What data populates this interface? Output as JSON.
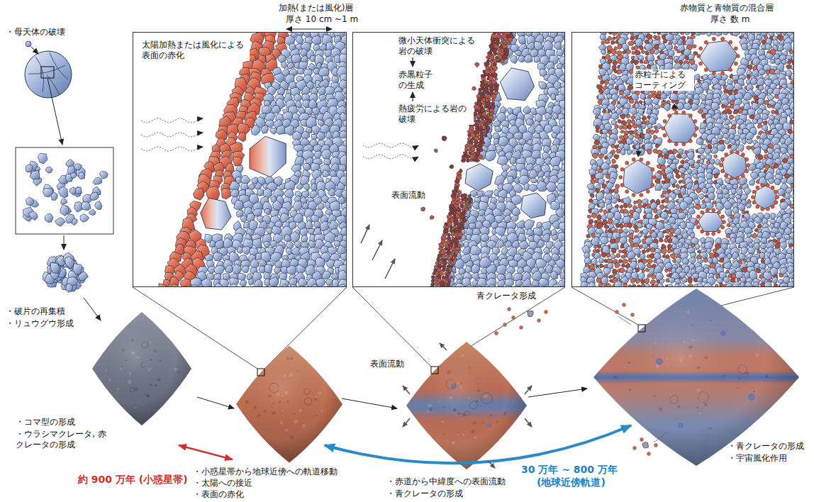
{
  "diagram": {
    "nodes": [
      {
        "text": [
          "加熱(または風化)層",
          "厚さ 10 cm ~1 m",
          "太陽加熱または風化による表面の赤化"
        ]
      },
      {
        "text": [
          "微小天体衝突による岩の破壊",
          "赤黒粒子の生成",
          "熱疲労による岩の破壊",
          "表面流動"
        ]
      },
      {
        "text": [
          "赤物質と青物質の混合層",
          "厚さ 数 m",
          "赤粒子によるコーティング"
        ]
      }
    ],
    "labels": [
      "・母天体の破壊",
      "・破片の再集積",
      "・リュウグウ形成",
      "・コマ型の形成",
      "・ウラシマクレータ, 赤クレータの形成",
      "約 900 万年 (小惑星帯)",
      "・小惑星帯から地球近傍への軌道移動",
      "・太陽への接近",
      "・表面の赤化",
      "表面流動",
      "青クレータ形成",
      "・赤道から中緯度への表面流動",
      "・青クレータの形成",
      "30 万年 ~ 800 万年",
      "(地球近傍軌道)",
      "・青クレータの形成",
      "・宇宙風化作用"
    ]
  }
}
